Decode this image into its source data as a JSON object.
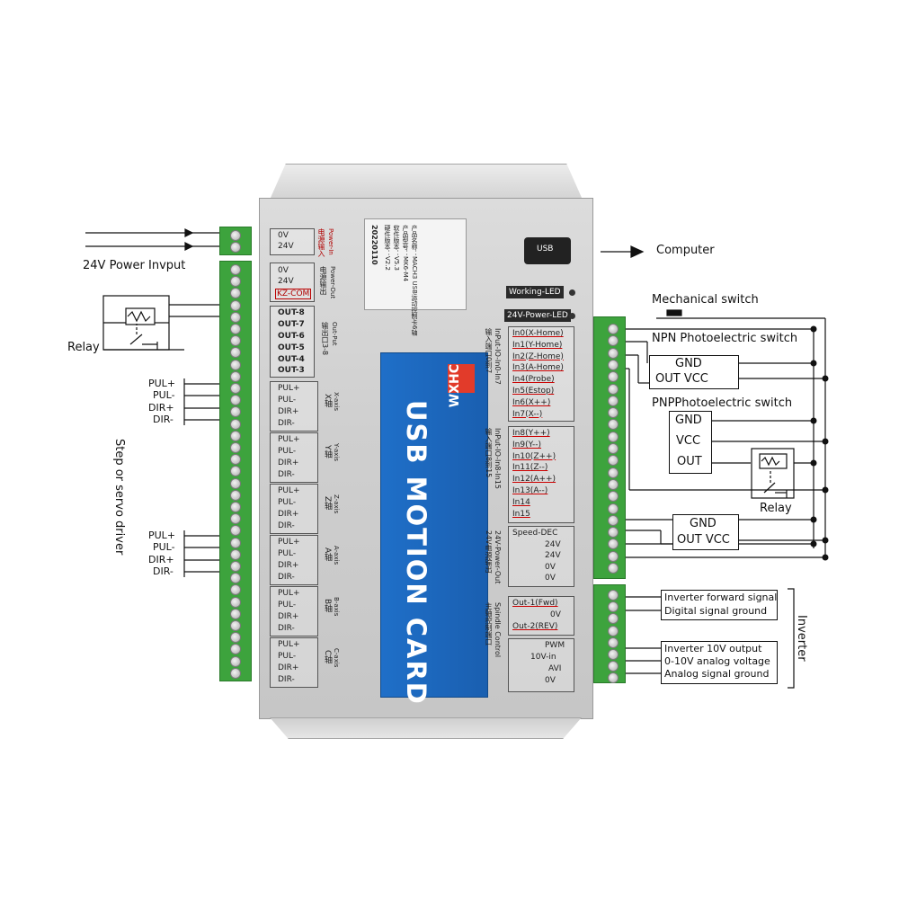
{
  "annotations": {
    "power_input": "24V Power Invput",
    "relay_left": "Relay",
    "step_servo": "Step or servo driver",
    "computer": "Computer",
    "mechanical_switch": "Mechanical switch",
    "npn_switch": "NPN Photoelectric switch",
    "pnp_switch": "PNPPhotoelectric switch",
    "relay_right": "Relay",
    "inverter": "Inverter"
  },
  "driver_signals_top": [
    "PUL+",
    "PUL-",
    "DIR+",
    "DIR-"
  ],
  "driver_signals_bottom": [
    "PUL+",
    "PUL-",
    "DIR+",
    "DIR-"
  ],
  "npn_box": {
    "gnd": "GND",
    "out_vcc": "OUT VCC"
  },
  "pnp_box": {
    "gnd": "GND",
    "vcc": "VCC",
    "out": "OUT"
  },
  "sensor2_box": {
    "gnd": "GND",
    "out_vcc": "OUT VCC"
  },
  "inverter_signals": [
    "Inverter forward signal",
    "Digital signal ground",
    "Inverter 10V output",
    "0-10V analog voltage",
    "Analog signal ground"
  ],
  "card": {
    "power_in": {
      "cn": "电源输入",
      "en": "Power-In",
      "pins": [
        "0V",
        "24V"
      ]
    },
    "power_out": {
      "cn": "电源输出",
      "en": "Power-Out",
      "pins": [
        "0V",
        "24V",
        "KZ-COM"
      ]
    },
    "outputs": {
      "cn": "输出口3-8",
      "en": "Out-Put",
      "pins": [
        "OUT-8",
        "OUT-7",
        "OUT-6",
        "OUT-5",
        "OUT-4",
        "OUT-3"
      ]
    },
    "axes": [
      {
        "cn": "X轴",
        "en": "X-axis"
      },
      {
        "cn": "Y轴",
        "en": "Y-axis"
      },
      {
        "cn": "Z轴",
        "en": "Z-axis"
      },
      {
        "cn": "A轴",
        "en": "A-axis"
      },
      {
        "cn": "B轴",
        "en": "B-axis"
      },
      {
        "cn": "C轴",
        "en": "C-axis"
      }
    ],
    "axis_pins": [
      "PUL+",
      "PUL-",
      "DIR+",
      "DIR-"
    ],
    "info_label": {
      "lines": [
        "产品名称：MACH3 USB运动控制卡6轴",
        "产品型号：MK6-M4",
        "软件版本：V5.3",
        "硬件版本：V2.2"
      ],
      "serial": "20220110"
    },
    "usb_label": "USB",
    "working_led": "Working-LED",
    "power_led": "24V-Power-LED",
    "brand": "WXHC",
    "title": "USB MOTION CARD",
    "inputs_a": {
      "title": "InPut-IO-In0-In7",
      "cn": "输入端口0到7",
      "pins": [
        "In0(X-Home)",
        "In1(Y-Home)",
        "In2(Z-Home)",
        "In3(A-Home)",
        "In4(Probe)",
        "In5(Estop)",
        "In6(X++)",
        "In7(X--)"
      ]
    },
    "inputs_b": {
      "title": "InPut-IO-In8-In15",
      "cn": "输入端口8到15",
      "pins": [
        "In8(Y++)",
        "In9(Y--)",
        "In10(Z++)",
        "In11(Z--)",
        "In12(A++)",
        "In13(A--)",
        "In14",
        "In15"
      ]
    },
    "power_out2": {
      "title": "24V-Power-Out",
      "cn": "24V电源输出",
      "pins": [
        "Speed-DEC",
        "24V",
        "24V",
        "0V",
        "0V"
      ]
    },
    "spindle": {
      "title": "Spindle Control",
      "cn": "主轴控制端口",
      "pins_a": [
        "Out-1(Fwd)",
        "0V",
        "Out-2(REV)"
      ],
      "pins_b": [
        "PWM",
        "10V-in",
        "AVI",
        "0V"
      ]
    }
  }
}
